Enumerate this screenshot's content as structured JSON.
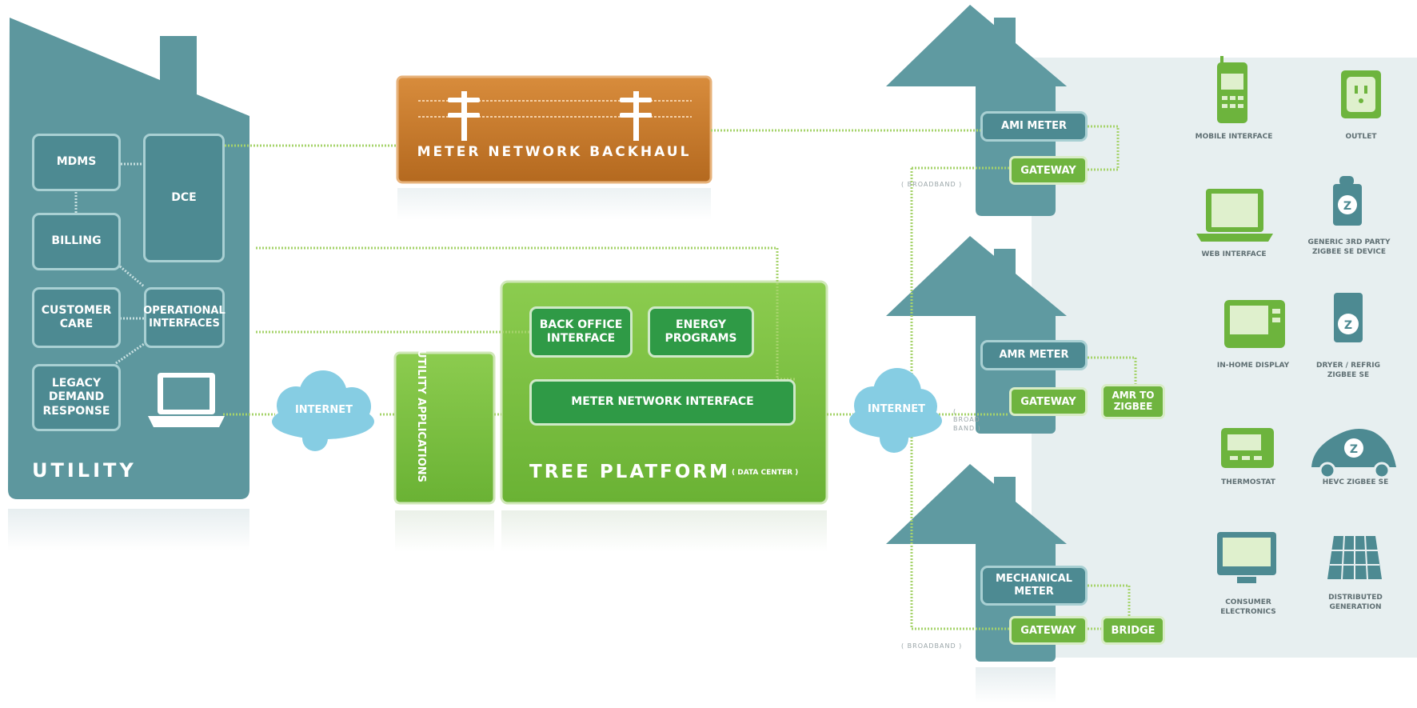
{
  "utility": {
    "title": "UTILITY",
    "mdms": "MDMS",
    "dce": "DCE",
    "billing": "BILLING",
    "customer_care": "CUSTOMER CARE",
    "operational_interfaces": "OPERATIONAL INTERFACES",
    "legacy_demand_response": "LEGACY DEMAND RESPONSE"
  },
  "backhaul": {
    "label": "METER NETWORK BACKHAUL"
  },
  "internet_left": "INTERNET",
  "internet_right": "INTERNET",
  "utility_applications": "UTILITY APPLICATIONS",
  "tree_platform": {
    "title": "TREE PLATFORM",
    "subtitle": "( DATA CENTER )",
    "back_office_interface": "BACK OFFICE INTERFACE",
    "energy_programs": "ENERGY PROGRAMS",
    "meter_network_interface": "METER NETWORK INTERFACE"
  },
  "homes": {
    "home1": {
      "meter": "AMI METER",
      "gateway": "GATEWAY",
      "link": "( BROADBAND )"
    },
    "home2": {
      "meter": "AMR METER",
      "gateway": "GATEWAY",
      "adapter": "AMR TO ZIGBEE",
      "link": "( BROAD BAND )"
    },
    "home3": {
      "meter": "MECHANICAL METER",
      "gateway": "GATEWAY",
      "adapter": "BRIDGE",
      "link": "( BROADBAND )"
    }
  },
  "devices": {
    "mobile_interface": "MOBILE INTERFACE",
    "outlet": "OUTLET",
    "web_interface": "WEB INTERFACE",
    "generic_zigbee": "GENERIC 3RD PARTY ZIGBEE SE DEVICE",
    "in_home_display": "IN-HOME DISPLAY",
    "dryer_refrig": "DRYER / REFRIG ZIGBEE SE",
    "thermostat": "THERMOSTAT",
    "hevc": "HEVC ZIGBEE SE",
    "consumer_electronics": "CONSUMER ELECTRONICS",
    "distributed_generation": "DISTRIBUTED GENERATION"
  },
  "colors": {
    "teal": "#4d8a92",
    "house": "#5f9aa1",
    "green": "#7dc142",
    "dark_green": "#2f9a46",
    "orange": "#c77a2c",
    "cloud": "#8fcfe3",
    "link": "#9acb5a",
    "device_panel": "#e9f0f1"
  }
}
